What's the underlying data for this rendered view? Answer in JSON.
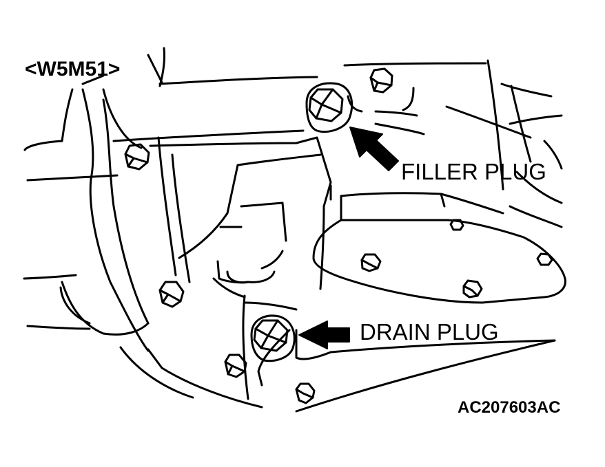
{
  "model_label": "<W5M51>",
  "filler_plug_label": "FILLER PLUG",
  "drain_plug_label": "DRAIN PLUG",
  "figure_code": "AC207603AC",
  "colors": {
    "line": "#000000",
    "background": "#ffffff"
  }
}
